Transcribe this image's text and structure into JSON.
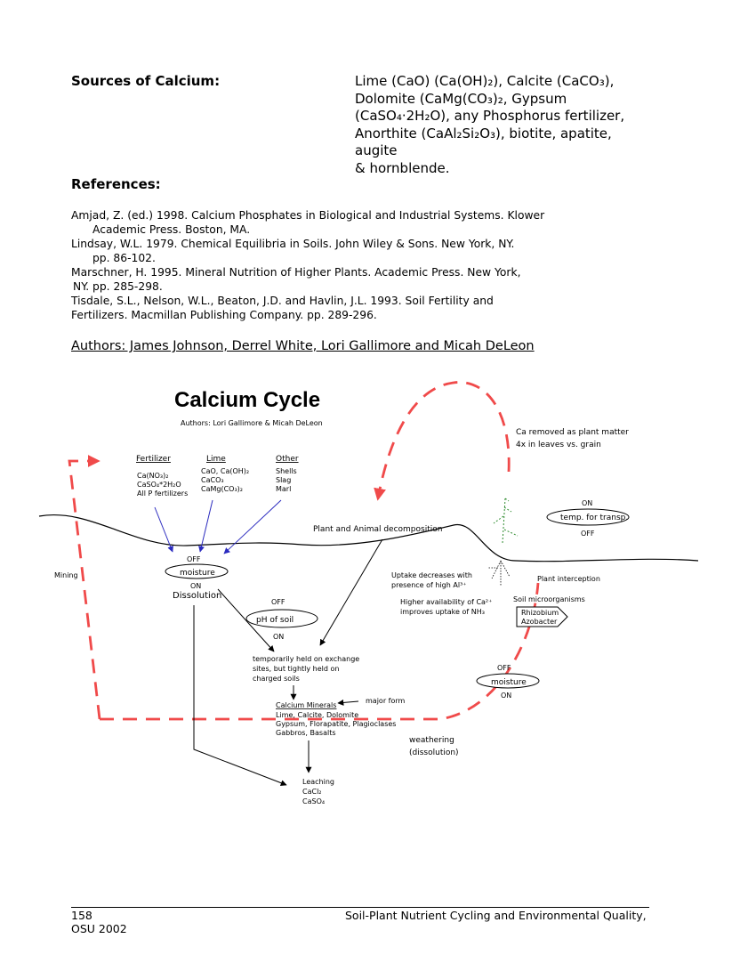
{
  "sources": {
    "label": "Sources of Calcium:",
    "lines": [
      "Lime (CaO) (Ca(OH)₂), Calcite (CaCO₃),",
      "Dolomite (CaMg(CO₃)₂, Gypsum",
      "(CaSO₄·2H₂O), any Phosphorus fertilizer,",
      "Anorthite (CaAl₂Si₂O₃), biotite, apatite, augite",
      "& hornblende."
    ]
  },
  "references": {
    "heading": "References:",
    "entries": [
      {
        "first": "Amjad, Z. (ed.) 1998. Calcium Phosphates in Biological and Industrial Systems.  Klower",
        "rest": "Academic Press.  Boston, MA."
      },
      {
        "first": "Lindsay, W.L. 1979.  Chemical Equilibria in Soils.  John Wiley & Sons. New York, NY.",
        "rest": "pp. 86-102."
      },
      {
        "first": "Marschner, H. 1995.  Mineral Nutrition of Higher Plants.  Academic Press.  New York,",
        "rest": "NY. pp. 285-298."
      },
      {
        "first": "Tisdale, S.L., Nelson, W.L., Beaton, J.D. and Havlin, J.L. 1993.  Soil Fertility and",
        "rest": "Fertilizers.  Macmillan Publishing Company.  pp. 289-296."
      }
    ]
  },
  "authors_line": "Authors: James Johnson, Derrel White, Lori Gallimore and Micah DeLeon",
  "diagram": {
    "title": "Calcium Cycle",
    "authors": "Authors: Lori Gallimore & Micah DeLeon",
    "fertilizer": {
      "heading": "Fertilizer",
      "items": [
        "Ca(NO₃)₂",
        "CaSO₄*2H₂O",
        "All P fertilizers"
      ]
    },
    "lime": {
      "heading": "Lime",
      "items": [
        "CaO, Ca(OH)₂",
        "CaCO₃",
        "CaMg(CO₃)₂"
      ]
    },
    "other": {
      "heading": "Other",
      "items": [
        "Shells",
        "Slag",
        "Marl"
      ]
    },
    "ca_removed": [
      "Ca removed as plant matter",
      "4x in leaves vs. grain"
    ],
    "temp_switch": {
      "on": "ON",
      "label": "temp. for transp.",
      "off": "OFF"
    },
    "decomposition": "Plant and Animal decomposition",
    "mining": "Mining",
    "moisture1": {
      "off": "OFF",
      "label": "moisture",
      "on": "ON"
    },
    "dissolution": "Dissolution",
    "ph_switch": {
      "off": "OFF",
      "label": "pH of soil",
      "on": "ON"
    },
    "uptake": [
      "Uptake decreases with",
      "presence of high Al³⁺"
    ],
    "availability": [
      "Higher availability of Ca²⁺",
      "improves uptake of NH₃"
    ],
    "plant_interception": "Plant interception",
    "soil_micro": {
      "label": "Soil microorganisms",
      "items": [
        "Rhizobium",
        "Azobacter"
      ]
    },
    "exchange": [
      "temporarily held on exchange",
      "sites, but tightly held on",
      "charged soils"
    ],
    "moisture2": {
      "off": "OFF",
      "label": "moisture",
      "on": "ON"
    },
    "minerals": {
      "heading": "Calcium Minerals",
      "items": [
        "Lime, Calcite, Dolomite",
        "Gypsum, Florapatite, Plagioclases",
        "Gabbros, Basalts"
      ]
    },
    "major_form": "major form",
    "weathering": [
      "weathering",
      "(dissolution)"
    ],
    "leaching": [
      "Leaching",
      "CaCl₂",
      "CaSO₄"
    ]
  },
  "footer": {
    "page": "158",
    "year": "OSU 2002",
    "title": "Soil-Plant Nutrient Cycling and Environmental Quality,"
  },
  "colors": {
    "dash_red": "#f04a4a",
    "fert_arrow": "#2b2bbf",
    "plant_green": "#2e8b2e"
  }
}
